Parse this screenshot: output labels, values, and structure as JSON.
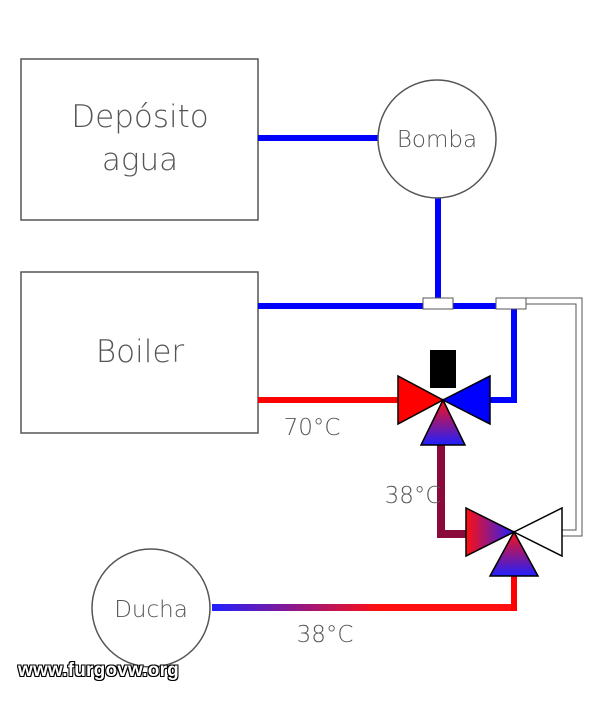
{
  "components": {
    "tank": {
      "line1": "Depósito",
      "line2": "agua"
    },
    "pump": {
      "label": "Bomba"
    },
    "boiler": {
      "label": "Boiler"
    },
    "shower": {
      "label": "Ducha"
    }
  },
  "temperatures": {
    "boiler_out": "70°C",
    "mixed_mid": "38°C",
    "mixed_out": "38°C"
  },
  "watermark": "www.furgovw.org",
  "colors": {
    "cold": "#0000ff",
    "hot": "#ff0000",
    "mixed": "#8a0a3c",
    "outline": "#555555"
  }
}
